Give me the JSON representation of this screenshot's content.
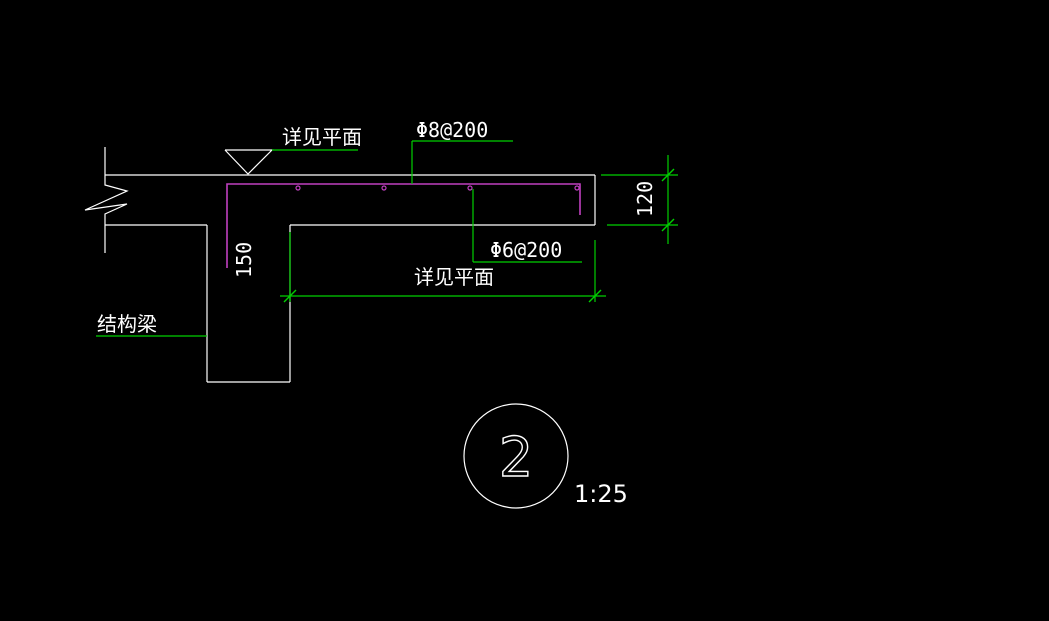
{
  "labels": {
    "see_plan_top": "详见平面",
    "top_rebar": "Φ8@200",
    "bottom_rebar": "Φ6@200",
    "see_plan_bottom": "详见平面",
    "structural_beam": "结构梁",
    "dim_thickness": "120",
    "dim_depth": "150"
  },
  "detail": {
    "number": "2",
    "scale": "1:25"
  },
  "colors": {
    "background": "#000000",
    "outline": "#ffffff",
    "leader": "#00d000",
    "rebar": "#c040c0"
  }
}
